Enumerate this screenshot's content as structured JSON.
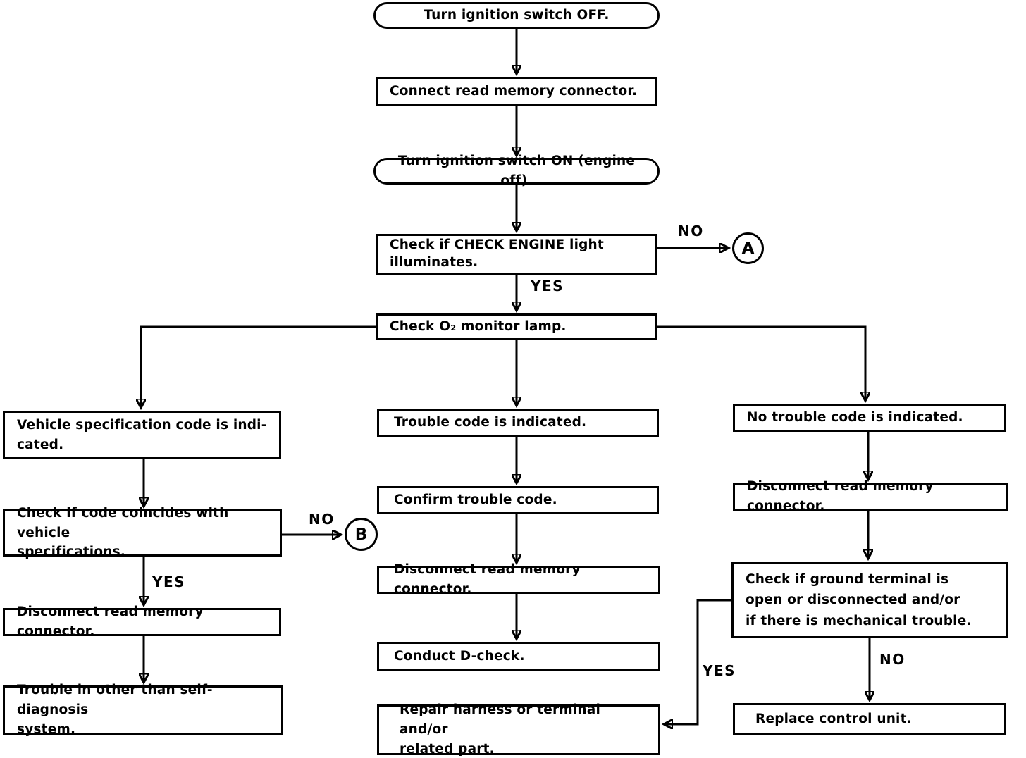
{
  "diagram": {
    "type": "flowchart",
    "colors": {
      "line": "#000000",
      "background": "#ffffff",
      "text": "#000000"
    },
    "nodes": {
      "ignition_off": "Turn ignition switch OFF.",
      "connect_read_memory": "Connect read memory connector.",
      "ignition_on": "Turn ignition switch ON (engine off).",
      "check_engine_light": "Check if CHECK ENGINE light\nilluminates.",
      "check_o2_lamp": "Check O₂ monitor lamp.",
      "vehicle_spec_code": "Vehicle specification code is indi-\ncated.",
      "code_coincides": "Check if code coincides with vehicle\nspecifications.",
      "left_disconnect_read_memory": "Disconnect read memory connector.",
      "trouble_other_system": "Trouble in other than self-diagnosis\nsystem.",
      "trouble_code_indicated": "Trouble code is indicated.",
      "confirm_trouble_code": "Confirm trouble code.",
      "center_disconnect_read_memory": "Disconnect read memory connector.",
      "conduct_d_check": "Conduct D-check.",
      "repair_harness": "Repair harness or terminal and/or\nrelated part.",
      "no_trouble_code": "No trouble code is indicated.",
      "right_disconnect_read_memory": "Disconnect read memory connector.",
      "ground_terminal_check": "Check if ground terminal is\nopen or disconnected and/or\nif there is mechanical trouble.",
      "replace_control_unit": "Replace control unit."
    },
    "connectors": {
      "a": "A",
      "b": "B"
    },
    "edge_labels": {
      "engine_no": "NO",
      "engine_yes": "YES",
      "code_no": "NO",
      "code_yes": "YES",
      "ground_yes": "YES",
      "ground_no": "NO"
    }
  }
}
